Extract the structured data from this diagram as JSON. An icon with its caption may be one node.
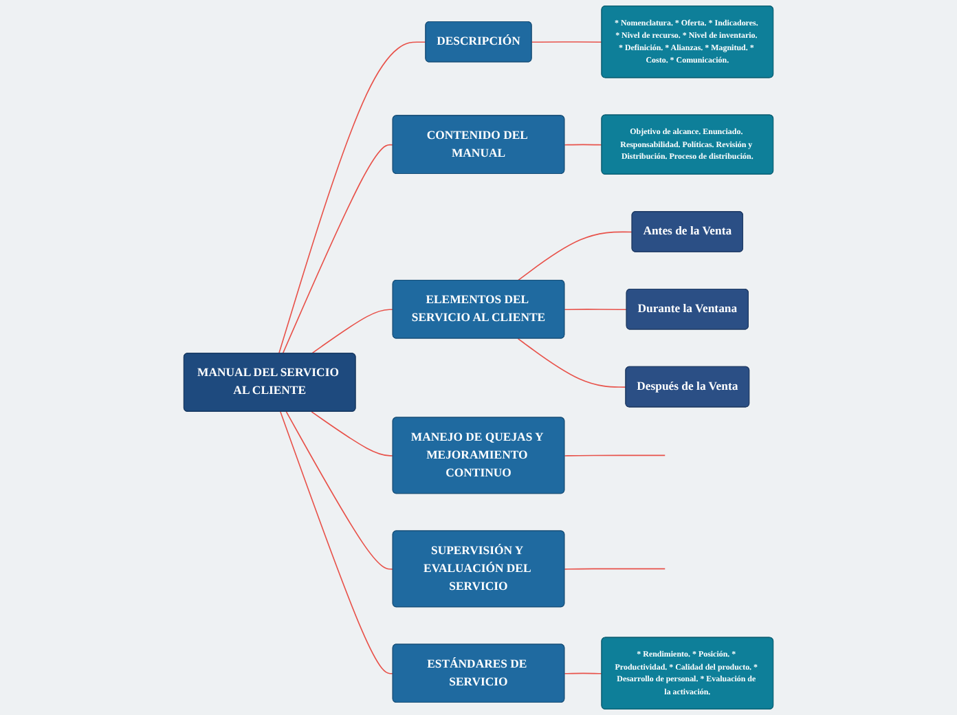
{
  "diagram": {
    "nodes": [
      {
        "text": [
          "MANUAL DEL SERVICIO AL CLIENTE"
        ]
      },
      {
        "text": [
          "DESCRIPCIÓN"
        ]
      },
      {
        "text": [
          "* Nomenclatura. * Oferta. * Indicadores. * Nivel de recurso. * Nivel de inventario. * Definición. * Alianzas. * Magnitud. * Costo. * Comunicación."
        ]
      },
      {
        "text": [
          "CONTENIDO DEL MANUAL"
        ]
      },
      {
        "text": [
          "Objetivo de alcance. Enunciado. Responsabilidad. Políticas. Revisión y Distribución. Proceso de distribución."
        ]
      },
      {
        "text": [
          "ELEMENTOS DEL SERVICIO AL CLIENTE"
        ]
      },
      {
        "text": [
          "Antes de la Venta"
        ]
      },
      {
        "text": [
          "Durante la Ventana"
        ]
      },
      {
        "text": [
          "Después de la Venta"
        ]
      },
      {
        "text": [
          "MANEJO DE QUEJAS Y MEJORAMIENTO CONTINUO"
        ]
      },
      {
        "text": [
          "SUPERVISIÓN Y EVALUACIÓN DEL SERVICIO"
        ]
      },
      {
        "text": [
          "ESTÁNDARES DE SERVICIO"
        ]
      },
      {
        "text": [
          "* Rendimiento. * Posición. * Productividad. * Calidad del producto. * Desarrollo de personal. * Evaluación de la activación."
        ]
      }
    ],
    "edges": [
      {
        "from": 0,
        "to": 1,
        "arrow": "none"
      },
      {
        "from": 1,
        "to": 2,
        "arrow": "none"
      },
      {
        "from": 0,
        "to": 3,
        "arrow": "none"
      },
      {
        "from": 3,
        "to": 4,
        "arrow": "none"
      },
      {
        "from": 0,
        "to": 5,
        "arrow": "none"
      },
      {
        "from": 5,
        "to": 6,
        "arrow": "none"
      },
      {
        "from": 5,
        "to": 7,
        "arrow": "none"
      },
      {
        "from": 5,
        "to": 8,
        "arrow": "none"
      },
      {
        "from": 0,
        "to": 9,
        "arrow": "none"
      },
      {
        "from": 9,
        "to": null,
        "arrow": "none"
      },
      {
        "from": 0,
        "to": 10,
        "arrow": "none"
      },
      {
        "from": 10,
        "to": null,
        "arrow": "none"
      },
      {
        "from": 0,
        "to": 11,
        "arrow": "none"
      },
      {
        "from": 11,
        "to": 12,
        "arrow": "none"
      }
    ]
  }
}
